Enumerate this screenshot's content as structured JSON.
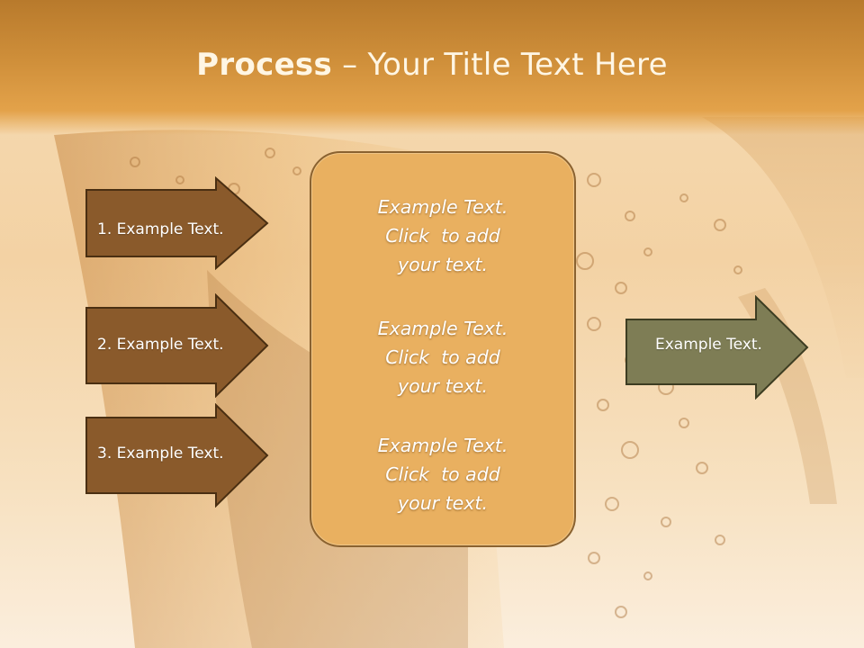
{
  "slide": {
    "title_bold": "Process",
    "title_rest": " – Your Title Text Here"
  },
  "left_arrows": [
    {
      "label": "1. Example Text."
    },
    {
      "label": "2. Example Text."
    },
    {
      "label": "3. Example Text."
    }
  ],
  "center_box": {
    "blocks": [
      {
        "line1": "Example Text.",
        "line2": "Click  to add",
        "line3": "your text."
      },
      {
        "line1": "Example Text.",
        "line2": "Click  to add",
        "line3": "your text."
      },
      {
        "line1": "Example Text.",
        "line2": "Click  to add",
        "line3": "your text."
      }
    ]
  },
  "right_arrow": {
    "label": "Example Text."
  },
  "colors": {
    "left_arrow_fill": "#8a5a2b",
    "center_box_fill": "#e9b060",
    "right_arrow_fill": "#7e7d55",
    "header": "#cf8f3a"
  }
}
